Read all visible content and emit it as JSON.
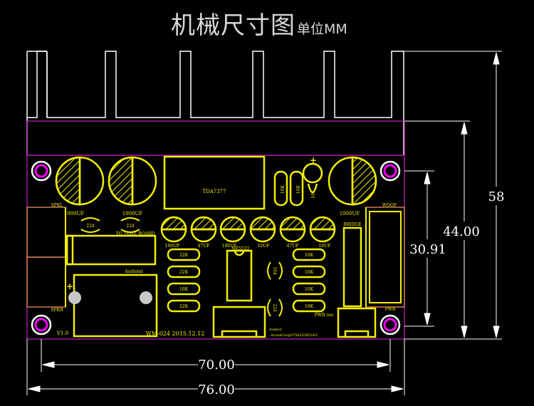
{
  "title": {
    "main": "机械尺寸图",
    "sub": "单位MM"
  },
  "dimensions": {
    "height_total": "58",
    "height_board": "44.00",
    "hole_pitch_v": "30.91",
    "hole_pitch_h": "70.00",
    "width_board": "76.00"
  },
  "components": {
    "cap_big_1": "1000UF",
    "cap_big_2": "1000UF",
    "cap_big_3": "1000UF",
    "chip_label": "TDA7377",
    "res_top_1": "10K",
    "res_top_2": "10K",
    "cap_ceramic_top": "104",
    "cap_small": [
      "100UF",
      "47UF",
      "100UF",
      "10UF",
      "47UF",
      "10UF"
    ],
    "nec_label": "NE5532",
    "res_left": [
      "22K",
      "22K",
      "10K",
      "22K"
    ],
    "res_right": [
      "10K",
      "10K",
      "10K",
      "10K"
    ],
    "ceramic_104": "104",
    "ceramic_224": "224",
    "ceramic_224_a": "224",
    "ceramic_224_b": "224",
    "bridge_label": "BRIDGE",
    "woof_label": "WOOF",
    "spkl_label": "SPKL",
    "spkr_label": "SPKR",
    "tone_label": "TO TONE BOARD",
    "audio_label": "Audioinl",
    "model_label": "WM-024 2015.12.12",
    "vol_label": "V1.0",
    "pwr_label": "PWR",
    "pwr_small": "PWR oss",
    "credit_line1": "Audio2",
    "credit_line2": "AcousCorp075825365162",
    "plus_sign": "+",
    "plus_sign_2": "+"
  },
  "colors": {
    "silk": "#f3ef00",
    "hole": "#ff00ff",
    "outline": "#c020c0",
    "lines": "#ffffff",
    "connector": "#ff9966"
  }
}
